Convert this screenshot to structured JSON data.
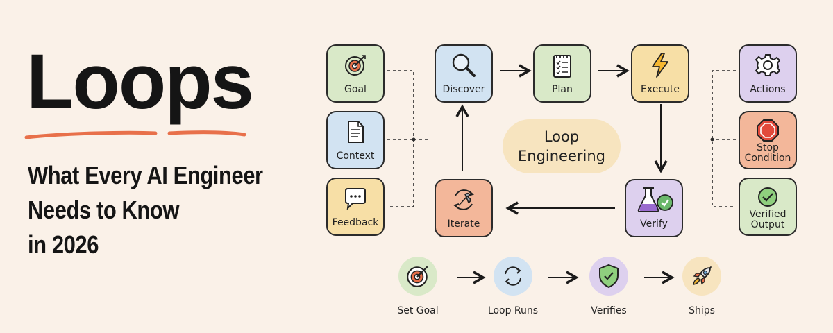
{
  "title": "Loops",
  "subtitle_lines": [
    "What Every AI Engineer",
    "Needs to Know",
    "in 2026"
  ],
  "colors": {
    "background": "#faf1e8",
    "underline": "#e8704a",
    "green": "#d9e9c8",
    "blue": "#d2e3f2",
    "yellow": "#f7dfa6",
    "orange": "#f3b79a",
    "purple": "#ddd0ee"
  },
  "inputs": [
    {
      "label": "Goal",
      "icon": "target-icon"
    },
    {
      "label": "Context",
      "icon": "document-icon"
    },
    {
      "label": "Feedback",
      "icon": "chat-bubble-icon"
    }
  ],
  "loop": [
    {
      "label": "Discover",
      "icon": "magnifier-icon"
    },
    {
      "label": "Plan",
      "icon": "checklist-icon"
    },
    {
      "label": "Execute",
      "icon": "lightning-icon"
    },
    {
      "label": "Verify",
      "icon": "flask-check-icon"
    },
    {
      "label": "Iterate",
      "icon": "wrench-cycle-icon"
    }
  ],
  "center_label": [
    "Loop",
    "Engineering"
  ],
  "outputs": [
    {
      "label": "Actions",
      "icon": "gear-icon"
    },
    {
      "label": "Stop Condition",
      "lines": [
        "Stop",
        "Condition"
      ],
      "icon": "stop-sign-icon"
    },
    {
      "label": "Verified Output",
      "lines": [
        "Verified",
        "Output"
      ],
      "icon": "check-circle-icon"
    }
  ],
  "bottom_flow": [
    {
      "label": "Set Goal",
      "icon": "target-icon"
    },
    {
      "label": "Loop Runs",
      "icon": "cycle-arrows-icon"
    },
    {
      "label": "Verifies",
      "icon": "shield-check-icon"
    },
    {
      "label": "Ships",
      "icon": "rocket-icon"
    }
  ]
}
